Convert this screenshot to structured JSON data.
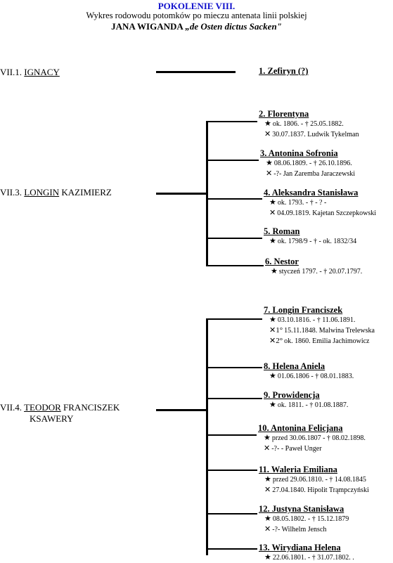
{
  "header": {
    "title": "POKOLENIE VIII.",
    "subtitle": "Wykres rodowodu potomków po mieczu antenata linii polskiej",
    "name_main": "JANA WIGANDA",
    "name_suffix": "„de Osten dictus Sacken\""
  },
  "groups": [
    {
      "id_label": "VII.1.",
      "first_name": "IGNACY",
      "rest": "",
      "rest2": "",
      "children": [
        {
          "name": "1. Zefiryn (?)",
          "lines": []
        }
      ]
    },
    {
      "id_label": "VII.3.",
      "first_name": "LONGIN",
      "rest": "KAZIMIERZ",
      "rest2": "",
      "children": [
        {
          "name": "2. Florentyna",
          "lines": [
            {
              "sym": "★",
              "text": "ok. 1806. - † 25.05.1882."
            },
            {
              "sym": "✕",
              "text": "30.07.1837. Ludwik Tykelman"
            }
          ]
        },
        {
          "name": "3. Antonina Sofronia",
          "lines": [
            {
              "sym": "★",
              "text": "08.06.1809. - † 26.10.1896."
            },
            {
              "sym": "✕",
              "text": "-?-  Jan Zaremba Jaraczewski"
            }
          ]
        },
        {
          "name": "4. Aleksandra Stanisława",
          "lines": [
            {
              "sym": "★",
              "text": "ok. 1793. - † - ? -"
            },
            {
              "sym": "✕",
              "text": "04.09.1819. Kajetan Szczepkowski"
            }
          ]
        },
        {
          "name": "5. Roman",
          "lines": [
            {
              "sym": "★",
              "text": "ok. 1798/9 - † - ok. 1832/34"
            }
          ]
        },
        {
          "name": "6. Nestor",
          "lines": [
            {
              "sym": "★",
              "text": "styczeń 1797. - † 20.07.1797."
            }
          ]
        }
      ]
    },
    {
      "id_label": "VII.4.",
      "first_name": "TEODOR",
      "rest": "FRANCISZEK",
      "rest2": "KSAWERY",
      "children": [
        {
          "name": "7. Longin Franciszek",
          "lines": [
            {
              "sym": "★",
              "text": "03.10.1816. - † 11.06.1891."
            },
            {
              "sym": "✕1°",
              "text": "15.11.1848. Malwina Trelewska"
            },
            {
              "sym": "✕2°",
              "text": "ok. 1860. Emilia Jachimowicz"
            }
          ]
        },
        {
          "name": "8. Helena Aniela",
          "lines": [
            {
              "sym": "★",
              "text": "01.06.1806 - † 08.01.1883."
            }
          ]
        },
        {
          "name": "9. Prowidencja",
          "lines": [
            {
              "sym": "★",
              "text": "ok. 1811.  - † 01.08.1887."
            }
          ]
        },
        {
          "name": "10. Antonina Felicjana",
          "lines": [
            {
              "sym": "★",
              "text": "przed 30.06.1807 - † 08.02.1898."
            },
            {
              "sym": "✕",
              "text": "-?-  - Paweł Unger"
            }
          ]
        },
        {
          "name": "11.  Waleria Emiliana",
          "lines": [
            {
              "sym": "★",
              "text": "przed 29.06.1810. - † 14.08.1845"
            },
            {
              "sym": "✕",
              "text": "27.04.1840. Hipolit Trąmpczyński"
            }
          ]
        },
        {
          "name": "12. Justyna Stanisława",
          "lines": [
            {
              "sym": "★",
              "text": "08.05.1802.  - † 15.12.1879"
            },
            {
              "sym": "✕",
              "text": "-?- Wilhelm Jensch"
            }
          ]
        },
        {
          "name": "13. Wirydiana Helena",
          "lines": [
            {
              "sym": "★",
              "text": "22.06.1801. - † 31.07.1802. ."
            }
          ]
        }
      ]
    }
  ]
}
